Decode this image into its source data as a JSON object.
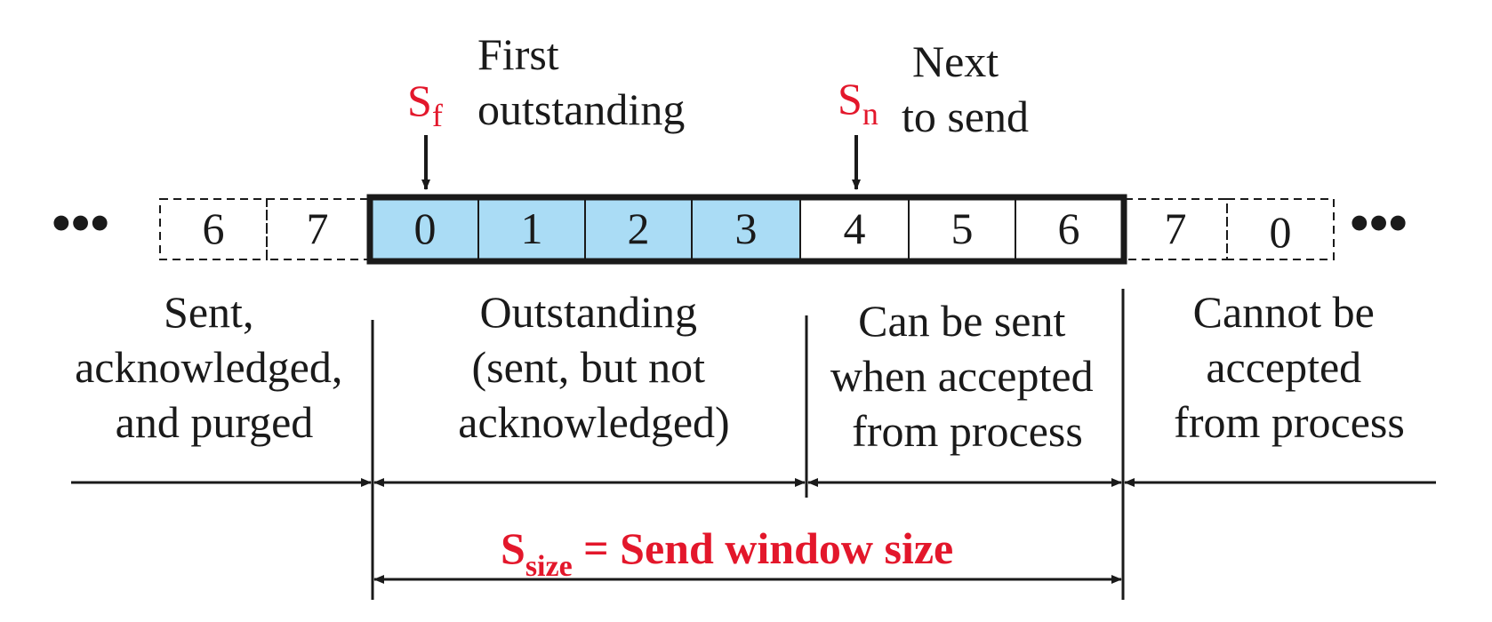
{
  "pointers": {
    "sf": {
      "symbol": "S",
      "sub": "f",
      "caption_lines": [
        "First",
        "outstanding"
      ]
    },
    "sn": {
      "symbol": "S",
      "sub": "n",
      "caption_lines": [
        "Next",
        "to send"
      ]
    }
  },
  "sequence": {
    "before": [
      "6",
      "7"
    ],
    "outstanding": [
      "0",
      "1",
      "2",
      "3"
    ],
    "sendable": [
      "4",
      "5",
      "6"
    ],
    "after": [
      "7",
      "0"
    ],
    "ellipsis_left": "•••",
    "ellipsis_right": "•••"
  },
  "regions": {
    "sent": [
      "Sent,",
      "acknowledged,",
      "and purged"
    ],
    "outstanding": [
      "Outstanding",
      "(sent, but not",
      "acknowledged)"
    ],
    "can_send": [
      "Can be sent",
      "when accepted",
      "from process"
    ],
    "cannot": [
      "Cannot be",
      "accepted",
      "from process"
    ]
  },
  "window_label": {
    "symbol": "S",
    "sub": "size",
    "rest": " = Send window size"
  },
  "colors": {
    "outstanding_fill": "#aadcf5",
    "accent_red": "#e3172b",
    "ink": "#1a1a1a"
  }
}
